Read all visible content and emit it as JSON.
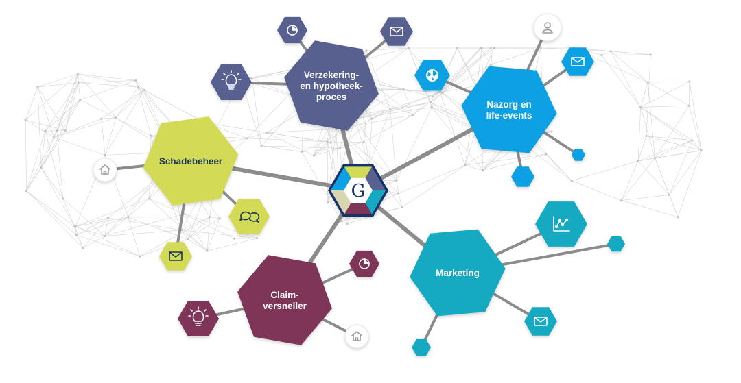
{
  "colors": {
    "slate": "#58608f",
    "lime": "#d3da57",
    "blue": "#0ea0e2",
    "teal": "#16a9c2",
    "plum": "#7e3459",
    "connector": "#8c8c8c",
    "labelDark": "#1b3556",
    "white": "#ffffff"
  },
  "center": {
    "letter": "G"
  },
  "hubs": [
    {
      "id": "verzekering",
      "lines": [
        "Verzekering-",
        "en hypotheek-",
        "proces"
      ],
      "color": "slate",
      "textColor": "white"
    },
    {
      "id": "schadebeheer",
      "lines": [
        "Schadebeheer"
      ],
      "color": "lime",
      "textColor": "labelDark"
    },
    {
      "id": "nazorg",
      "lines": [
        "Nazorg en",
        "life-events"
      ],
      "color": "blue",
      "textColor": "white"
    },
    {
      "id": "marketing",
      "lines": [
        "Marketing"
      ],
      "color": "teal",
      "textColor": "white"
    },
    {
      "id": "claim",
      "lines": [
        "Claim-",
        "versneller"
      ],
      "color": "plum",
      "textColor": "white"
    }
  ],
  "satellites": [
    {
      "id": "v-pie",
      "hub": "verzekering",
      "icon": "pie-chart-icon",
      "color": "slate",
      "shape": "hex"
    },
    {
      "id": "v-mail",
      "hub": "verzekering",
      "icon": "mail-icon",
      "color": "slate",
      "shape": "hex"
    },
    {
      "id": "v-bulb",
      "hub": "verzekering",
      "icon": "lightbulb-icon",
      "color": "slate",
      "shape": "hex"
    },
    {
      "id": "s-home",
      "hub": "schadebeheer",
      "icon": "home-icon",
      "color": "white",
      "shape": "circle"
    },
    {
      "id": "s-chat",
      "hub": "schadebeheer",
      "icon": "chat-icon",
      "color": "lime",
      "shape": "hex"
    },
    {
      "id": "s-mail",
      "hub": "schadebeheer",
      "icon": "mail-icon",
      "color": "lime",
      "shape": "hex"
    },
    {
      "id": "n-user",
      "hub": "nazorg",
      "icon": "user-icon",
      "color": "white",
      "shape": "circle"
    },
    {
      "id": "n-mail",
      "hub": "nazorg",
      "icon": "mail-icon",
      "color": "blue",
      "shape": "hex"
    },
    {
      "id": "n-globe",
      "hub": "nazorg",
      "icon": "globe-icon",
      "color": "blue",
      "shape": "hex"
    },
    {
      "id": "n-small",
      "hub": "nazorg",
      "icon": "",
      "color": "blue",
      "shape": "hex"
    },
    {
      "id": "n-dot",
      "hub": "nazorg",
      "icon": "",
      "color": "blue",
      "shape": "hex"
    },
    {
      "id": "m-chart",
      "hub": "marketing",
      "icon": "line-chart-icon",
      "color": "teal",
      "shape": "hex"
    },
    {
      "id": "m-dot",
      "hub": "marketing",
      "icon": "",
      "color": "teal",
      "shape": "hex"
    },
    {
      "id": "m-mail",
      "hub": "marketing",
      "icon": "mail-icon",
      "color": "teal",
      "shape": "hex"
    },
    {
      "id": "m-small",
      "hub": "marketing",
      "icon": "",
      "color": "teal",
      "shape": "hex"
    },
    {
      "id": "c-pie",
      "hub": "claim",
      "icon": "pie-chart-icon",
      "color": "plum",
      "shape": "hex"
    },
    {
      "id": "c-bulb",
      "hub": "claim",
      "icon": "lightbulb-icon",
      "color": "plum",
      "shape": "hex"
    },
    {
      "id": "c-home",
      "hub": "claim",
      "icon": "home-icon",
      "color": "white",
      "shape": "circle"
    }
  ]
}
